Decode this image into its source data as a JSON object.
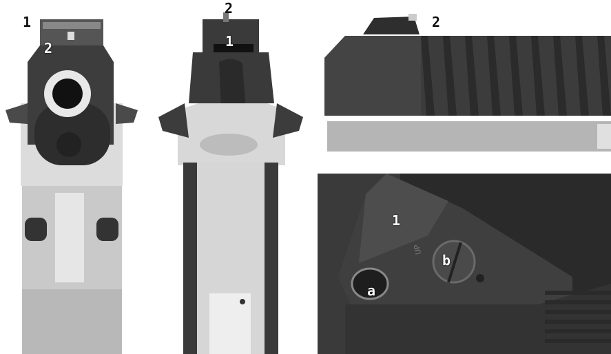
{
  "panels": {
    "front": {
      "label_1": "1",
      "label_2": "2"
    },
    "rear": {
      "label_2": "2",
      "label_1": "1"
    },
    "side": {
      "label_2": "2"
    },
    "closeup": {
      "label_1": "1",
      "label_a": "a",
      "label_b": "b",
      "engraving": "UP"
    }
  },
  "colors": {
    "steel_dark": "#3a3a3a",
    "steel_mid": "#555555",
    "frame_light": "#d9d9d9",
    "grip_light": "#c8c8c8",
    "background": "#ffffff"
  }
}
